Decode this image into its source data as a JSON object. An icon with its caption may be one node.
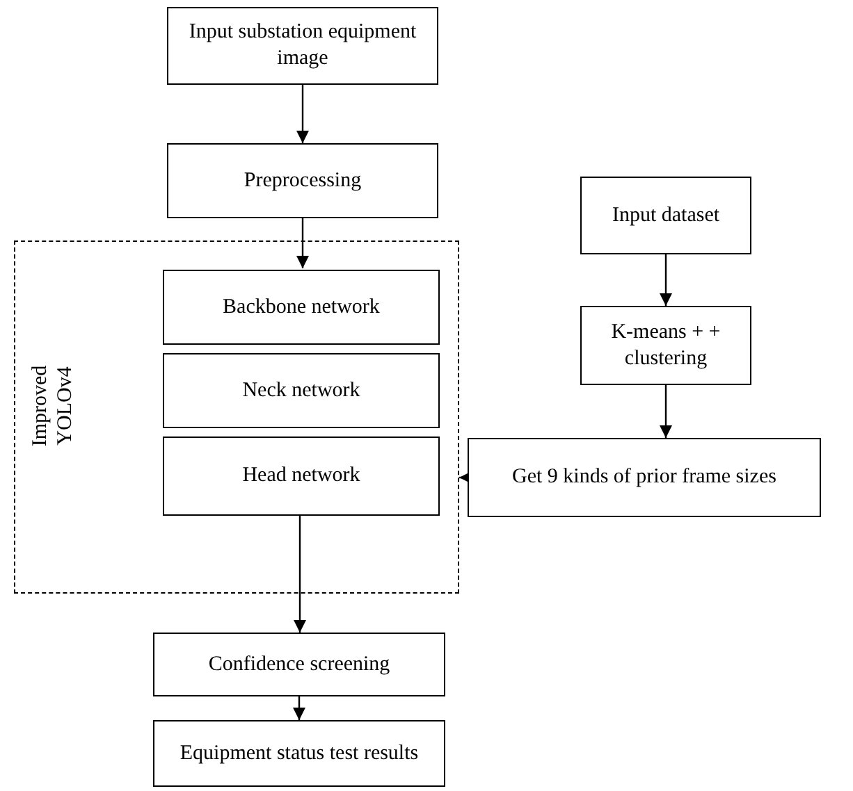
{
  "diagram": {
    "nodes": [
      {
        "text": [
          "Input substation equipment image"
        ]
      },
      {
        "text": [
          "Preprocessing"
        ]
      },
      {
        "text": [
          "Improved YOLOv4"
        ]
      },
      {
        "text": [
          "Backbone network"
        ],
        "in": 2
      },
      {
        "text": [
          "Neck network"
        ],
        "in": 2
      },
      {
        "text": [
          "Head network"
        ],
        "in": 2
      },
      {
        "text": [
          "Input dataset"
        ]
      },
      {
        "text": [
          "K-means + + clustering"
        ]
      },
      {
        "text": [
          "Get 9 kinds of prior frame sizes"
        ]
      },
      {
        "text": [
          "Confidence screening"
        ]
      },
      {
        "text": [
          "Equipment status test results"
        ]
      }
    ],
    "edges": [
      {
        "from": 0,
        "to": 1,
        "arrow": "to"
      },
      {
        "from": 1,
        "to": 3,
        "arrow": "to"
      },
      {
        "from": 6,
        "to": 7,
        "arrow": "to"
      },
      {
        "from": 7,
        "to": 8,
        "arrow": "to"
      },
      {
        "from": 8,
        "to": 2,
        "arrow": "to"
      },
      {
        "from": 5,
        "to": 9,
        "arrow": "to"
      },
      {
        "from": 9,
        "to": 10,
        "arrow": "to"
      }
    ]
  }
}
